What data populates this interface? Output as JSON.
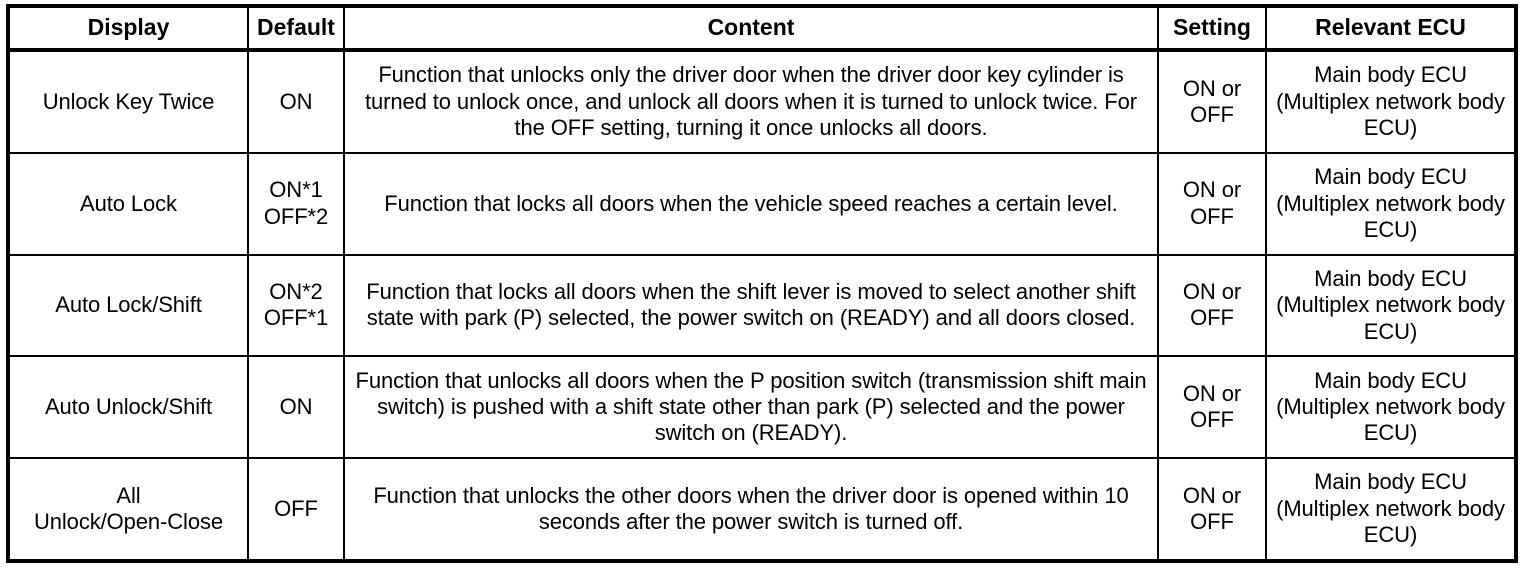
{
  "table": {
    "columns": [
      {
        "key": "display",
        "label": "Display"
      },
      {
        "key": "default",
        "label": "Default"
      },
      {
        "key": "content",
        "label": "Content"
      },
      {
        "key": "setting",
        "label": "Setting"
      },
      {
        "key": "ecu",
        "label": "Relevant ECU"
      }
    ],
    "rows": [
      {
        "display": "Unlock Key Twice",
        "default": "ON",
        "content": "Function that unlocks only the driver door when the driver door key cylinder is turned to unlock once, and unlock all doors when it is turned to unlock twice. For the OFF setting, turning it once unlocks all doors.",
        "setting": "ON or\nOFF",
        "ecu": "Main body ECU (Multiplex network body ECU)"
      },
      {
        "display": "Auto Lock",
        "default": "ON*1\nOFF*2",
        "content": "Function that locks all doors when the vehicle speed reaches a certain level.",
        "setting": "ON or\nOFF",
        "ecu": "Main body ECU (Multiplex network body ECU)"
      },
      {
        "display": "Auto Lock/Shift",
        "default": "ON*2\nOFF*1",
        "content": "Function that locks all doors when the shift lever is moved to select another shift state with park (P) selected, the power switch on (READY) and all doors closed.",
        "setting": "ON or\nOFF",
        "ecu": "Main body ECU (Multiplex network body ECU)"
      },
      {
        "display": "Auto Unlock/Shift",
        "default": "ON",
        "content": "Function that unlocks all doors when the P position switch (transmission shift main switch) is pushed with a shift state other than park (P) selected and the power switch on (READY).",
        "setting": "ON or\nOFF",
        "ecu": "Main body ECU (Multiplex network body ECU)"
      },
      {
        "display": "All\nUnlock/Open-Close",
        "default": "OFF",
        "content": "Function that unlocks the other doors when the driver door is opened within 10 seconds after the power switch is turned off.",
        "setting": "ON or\nOFF",
        "ecu": "Main body ECU (Multiplex network body ECU)"
      }
    ]
  },
  "style": {
    "border_color": "#000000",
    "background": "#ffffff",
    "text_color": "#000000"
  }
}
